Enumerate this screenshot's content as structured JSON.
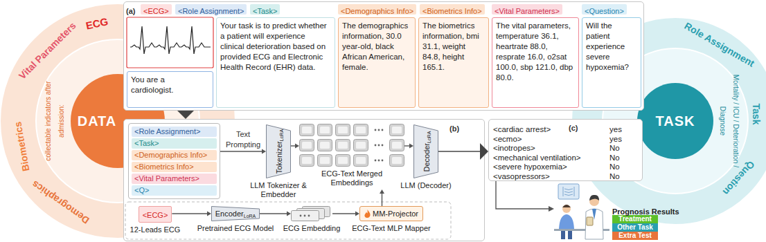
{
  "diagram": {
    "nodes": [
      {
        "text": [
          "(a)"
        ]
      },
      {
        "text": [
          "<ECG>"
        ],
        "in": 0
      },
      {
        "text": [
          "<Role Assignment>"
        ],
        "in": 0
      },
      {
        "text": [
          "<Task>"
        ],
        "in": 0
      },
      {
        "text": [
          "<Demographics Info>"
        ],
        "in": 0
      },
      {
        "text": [
          "<Biometrics Info>"
        ],
        "in": 0
      },
      {
        "text": [
          "<Vital Parameters>"
        ],
        "in": 0
      },
      {
        "text": [
          "<Question>"
        ],
        "in": 0
      },
      {
        "text": [
          "You are a cardiologist."
        ],
        "in": 0
      },
      {
        "text": [
          "Your task is to predict whether a patient will experience clinical deterioration based on provided ECG and Electronic Health Record (EHR) data."
        ],
        "in": 0
      },
      {
        "text": [
          "The demographics information, 30.0 year-old, black African American, female."
        ],
        "in": 0
      },
      {
        "text": [
          "The biometrics information, bmi 31.1, weight 84.8, height 165.1."
        ],
        "in": 0
      },
      {
        "text": [
          "The vital parameters, temperature 36.1, heartrate 88.0, resprate 16.0, o2sat 100.0, sbp 121.0, dbp 80.0."
        ],
        "in": 0
      },
      {
        "text": [
          "Will the patient experience severe hypoxemia?"
        ],
        "in": 0
      },
      {
        "text": [
          "(b)"
        ]
      },
      {
        "text": [
          "<Role Assignment>",
          "<Task>",
          "<Demographics Info>",
          "<Biometrics Info>",
          "<Vital Parameters>",
          "<Q>"
        ],
        "in": 14
      },
      {
        "text": [
          "Tokenizer",
          "LoRA",
          "LLM Tokenizer & Embedder"
        ],
        "in": 14
      },
      {
        "text": [
          "ECG-Text Merged Embeddings"
        ],
        "in": 14
      },
      {
        "text": [
          "Decoder",
          "LoRA",
          "LLM (Decoder)"
        ],
        "in": 14
      },
      {
        "text": [
          "<ECG>",
          "12-Leads ECG"
        ],
        "in": 14
      },
      {
        "text": [
          "Encoder",
          "LoRA",
          "Pretrained ECG Model"
        ],
        "in": 14
      },
      {
        "text": [
          "ECG Embedding"
        ],
        "in": 14
      },
      {
        "text": [
          "MM-Projector",
          "ECG-Text MLP Mapper"
        ],
        "in": 14
      },
      {
        "text": [
          "(c)"
        ]
      },
      {
        "text": [
          "Treatment"
        ]
      },
      {
        "text": [
          "Other Task"
        ]
      },
      {
        "text": [
          "Extra Test"
        ]
      },
      {
        "text": [
          "DATA"
        ]
      },
      {
        "text": [
          "TASK"
        ]
      }
    ],
    "edges": [
      {
        "from": 0,
        "to": 14,
        "arrow": "to"
      },
      {
        "from": 15,
        "to": 16,
        "label": "Text Prompting",
        "arrow": "to"
      },
      {
        "from": 16,
        "to": 17,
        "arrow": "to"
      },
      {
        "from": 17,
        "to": 18,
        "arrow": "to"
      },
      {
        "from": 18,
        "to": 23,
        "arrow": "to"
      },
      {
        "from": 19,
        "to": 20,
        "arrow": "to"
      },
      {
        "from": 20,
        "to": 21,
        "arrow": "to"
      },
      {
        "from": 21,
        "to": 22,
        "arrow": "to"
      },
      {
        "from": 22,
        "to": 17,
        "arrow": "to"
      }
    ],
    "labels": [
      "ECG",
      "Vital Parameters",
      "Biometrics",
      "Demographics",
      "collectable indicators after admission:",
      "Role Assignment",
      "Task",
      "Question",
      "Mortality / ICU / Deterioration / Diagnose",
      "<cardiac arrest>",
      "yes",
      "<ecmo>",
      "yes",
      "<inotropes>",
      "No",
      "<mechanical ventilation>",
      "No",
      "<severe hypoxemia>",
      "No",
      "<vasopressors>",
      "No",
      "Prognosis Results"
    ]
  }
}
